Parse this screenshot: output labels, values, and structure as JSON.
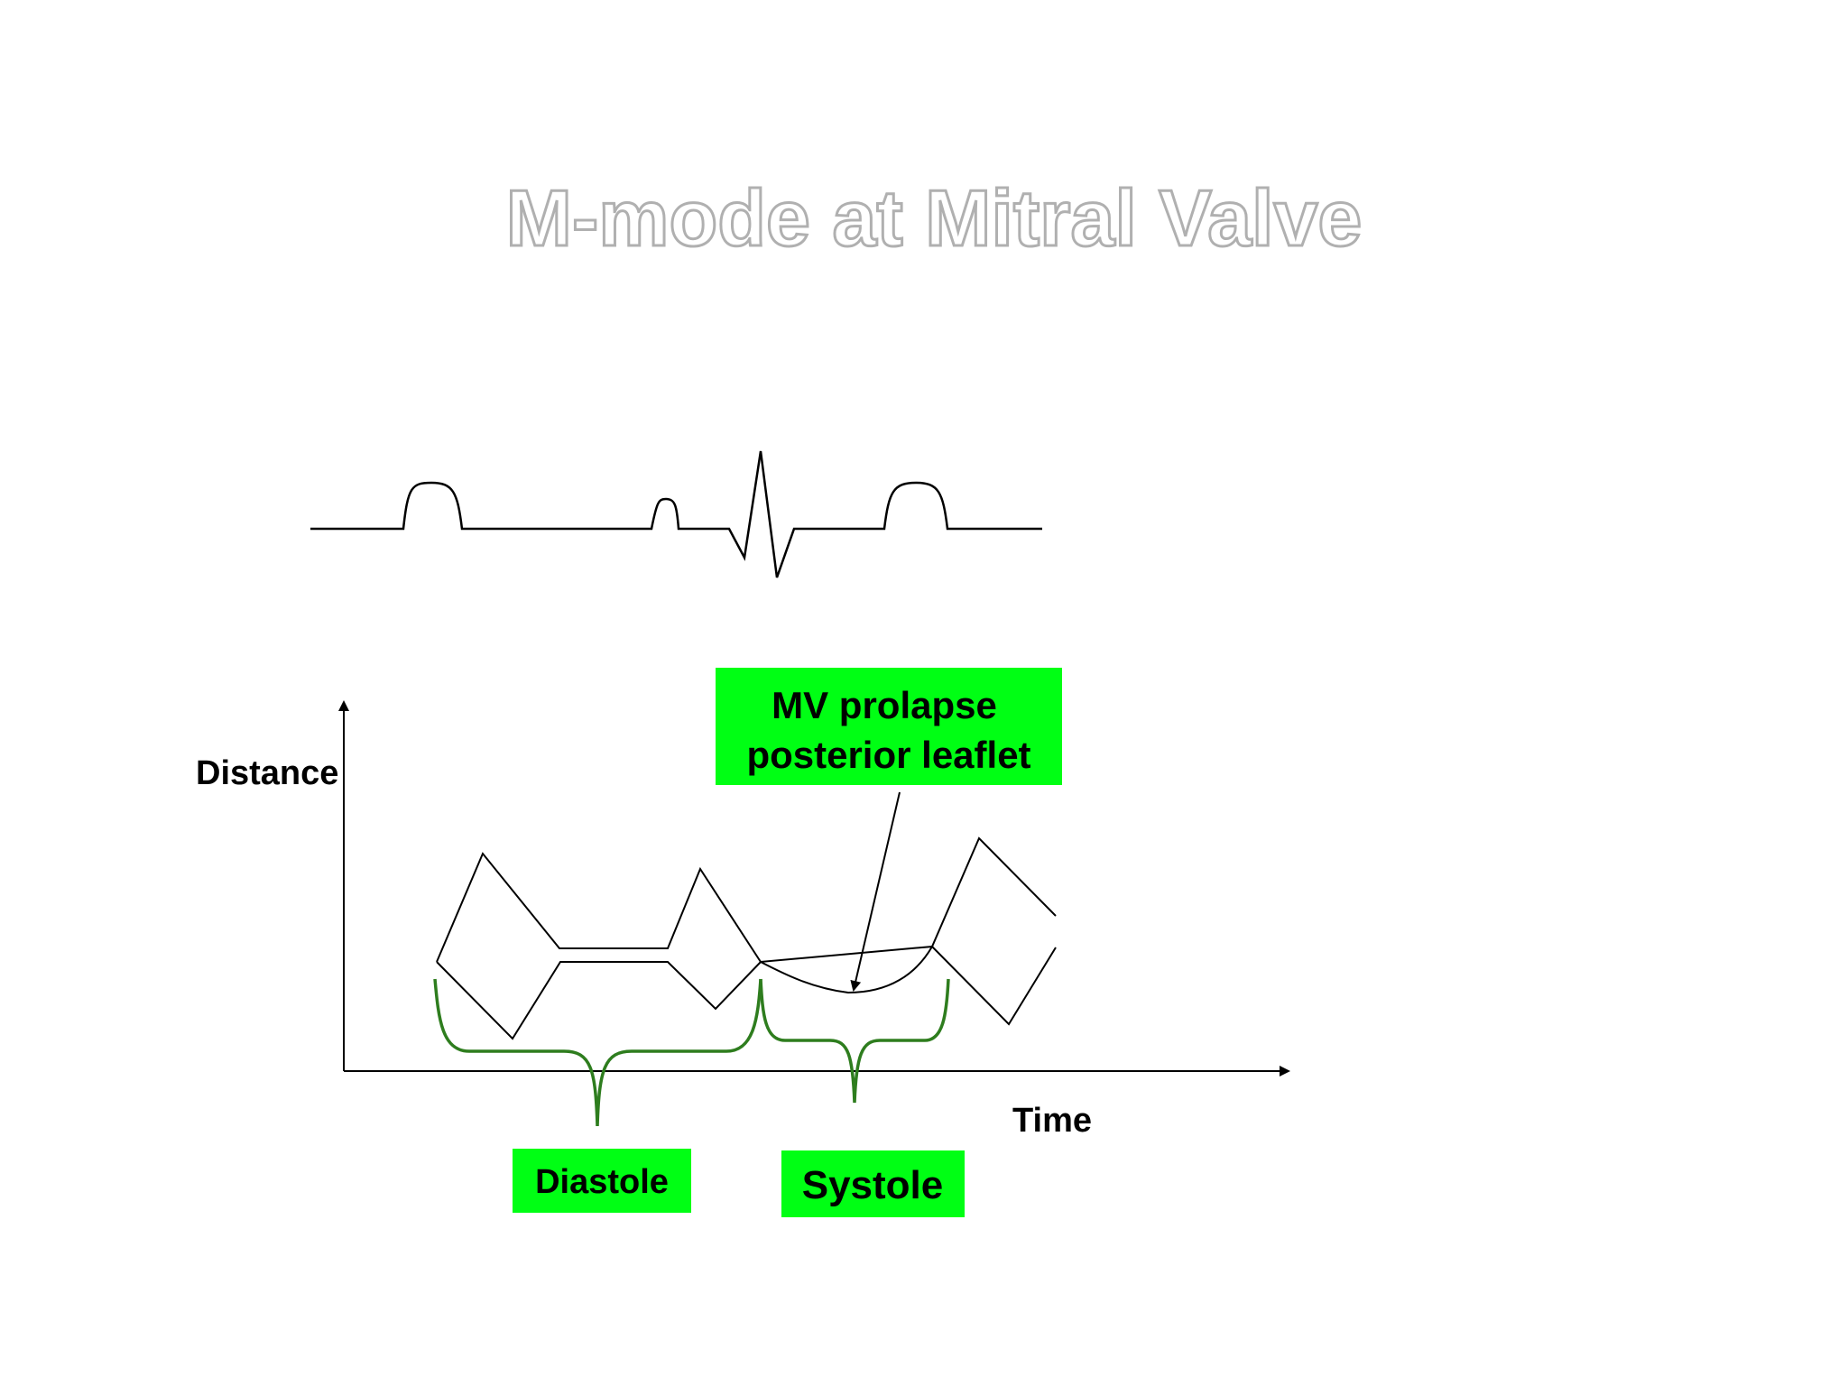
{
  "slide": {
    "title": "M-mode at Mitral Valve"
  },
  "diagram": {
    "y_axis_label": "Distance",
    "x_axis_label": "Time",
    "callout": {
      "line1": "MV prolapse",
      "line2": "posterior leaflet"
    },
    "phases": {
      "diastole": "Diastole",
      "systole": "Systole"
    }
  },
  "colors": {
    "box_fill": "#00ff14",
    "brace": "#2e7d1e",
    "trace": "#000000",
    "title_stroke": "#b0b0b0"
  }
}
